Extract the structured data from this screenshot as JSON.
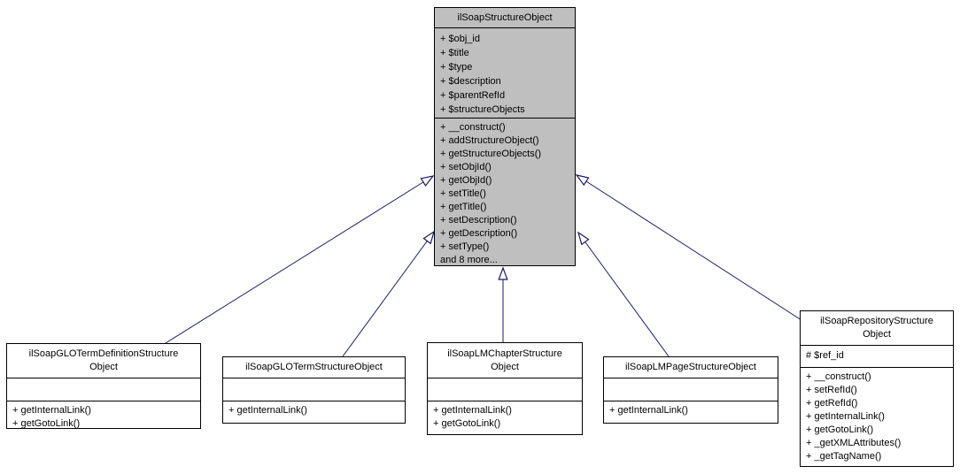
{
  "diagram": {
    "type": "uml-class-inheritance",
    "colors": {
      "edge": "#191970",
      "parent_fill": "#bfbfbf",
      "child_fill": "#ffffff",
      "border": "#000000",
      "text": "#000000"
    },
    "parent_class": {
      "name": "ilSoapStructureObject",
      "title_lines": [
        "ilSoapStructureObject"
      ],
      "attributes": [
        "+ $obj_id",
        "+ $title",
        "+ $type",
        "+ $description",
        "+ $parentRefId",
        "+ $structureObjects"
      ],
      "methods": [
        "+ __construct()",
        "+ addStructureObject()",
        "+ getStructureObjects()",
        "+ setObjId()",
        "+ getObjId()",
        "+ setTitle()",
        "+ getTitle()",
        "+ setDescription()",
        "+ getDescription()",
        "+ setType()",
        "and 8 more..."
      ]
    },
    "child_classes": [
      {
        "name": "ilSoapGLOTermDefinitionStructureObject",
        "title_lines": [
          "ilSoapGLOTermDefinitionStructure",
          "Object"
        ],
        "attributes": [],
        "methods": [
          "+ getInternalLink()",
          "+ getGotoLink()"
        ]
      },
      {
        "name": "ilSoapGLOTermStructureObject",
        "title_lines": [
          "ilSoapGLOTermStructureObject"
        ],
        "attributes": [],
        "methods": [
          "+ getInternalLink()"
        ]
      },
      {
        "name": "ilSoapLMChapterStructureObject",
        "title_lines": [
          "ilSoapLMChapterStructure",
          "Object"
        ],
        "attributes": [],
        "methods": [
          "+ getInternalLink()",
          "+ getGotoLink()"
        ]
      },
      {
        "name": "ilSoapLMPageStructureObject",
        "title_lines": [
          "ilSoapLMPageStructureObject"
        ],
        "attributes": [],
        "methods": [
          "+ getInternalLink()"
        ]
      },
      {
        "name": "ilSoapRepositoryStructureObject",
        "title_lines": [
          "ilSoapRepositoryStructure",
          "Object"
        ],
        "attributes": [
          "# $ref_id"
        ],
        "methods": [
          "+ __construct()",
          "+ setRefId()",
          "+ getRefId()",
          "+ getInternalLink()",
          "+ getGotoLink()",
          "+ _getXMLAttributes()",
          "+ _getTagName()"
        ]
      }
    ]
  }
}
